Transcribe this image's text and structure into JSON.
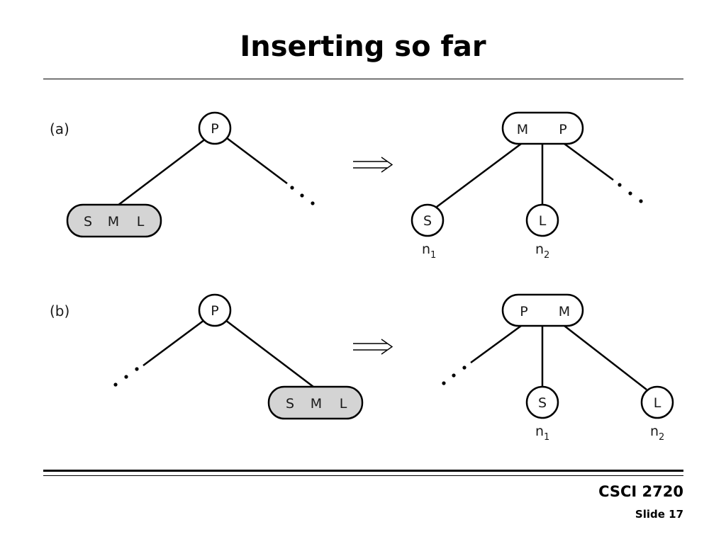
{
  "slide": {
    "title": "Inserting so far",
    "course": "CSCI 2720",
    "slide_number": "Slide 17"
  },
  "diagram": {
    "part_a": {
      "label": "(a)",
      "before": {
        "parent": "P",
        "child_keys": [
          "S",
          "M",
          "L"
        ]
      },
      "arrow": "⟹",
      "after": {
        "parent_keys": [
          "M",
          "P"
        ],
        "left_child": "S",
        "middle_child": "L",
        "left_child_label": "n",
        "left_child_sub": "1",
        "middle_child_label": "n",
        "middle_child_sub": "2"
      }
    },
    "part_b": {
      "label": "(b)",
      "before": {
        "parent": "P",
        "child_keys": [
          "S",
          "M",
          "L"
        ]
      },
      "arrow": "⟹",
      "after": {
        "parent_keys": [
          "P",
          "M"
        ],
        "middle_child": "S",
        "right_child": "L",
        "middle_child_label": "n",
        "middle_child_sub": "1",
        "right_child_label": "n",
        "right_child_sub": "2"
      }
    },
    "colors": {
      "highlight_fill": "#d4d4d4",
      "stroke": "#000000"
    }
  }
}
